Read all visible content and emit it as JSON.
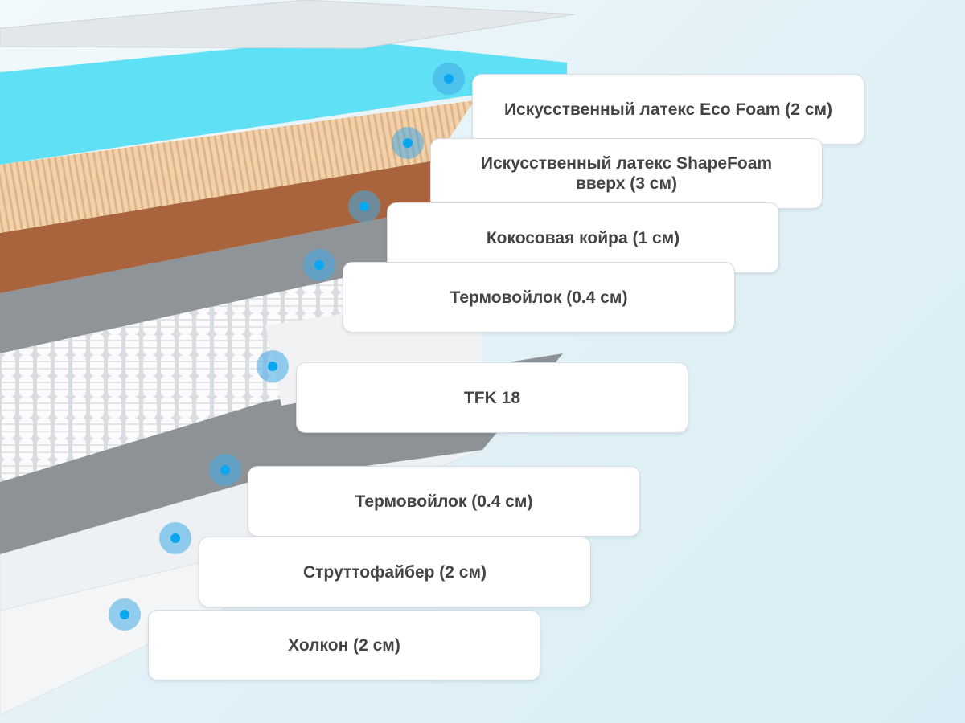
{
  "layers": [
    {
      "label": "Искусственный латекс Eco Foam (2 см)"
    },
    {
      "label": "Искусственный латекс ShapeFoam вверх (3 см)"
    },
    {
      "label": "Кокосовая койра (1 см)"
    },
    {
      "label": "Термовойлок (0.4 см)"
    },
    {
      "label": "TFK 18"
    },
    {
      "label": "Термовойлок (0.4 см)"
    },
    {
      "label": "Струттофайбер (2 см)"
    },
    {
      "label": "Холкон (2 см)"
    }
  ],
  "colors": {
    "marker": "#0aa6f0",
    "blue_layer": "#5fe0f5",
    "latex": "#f1cfa8",
    "coir": "#a9643e",
    "felt": "#8f9499"
  }
}
